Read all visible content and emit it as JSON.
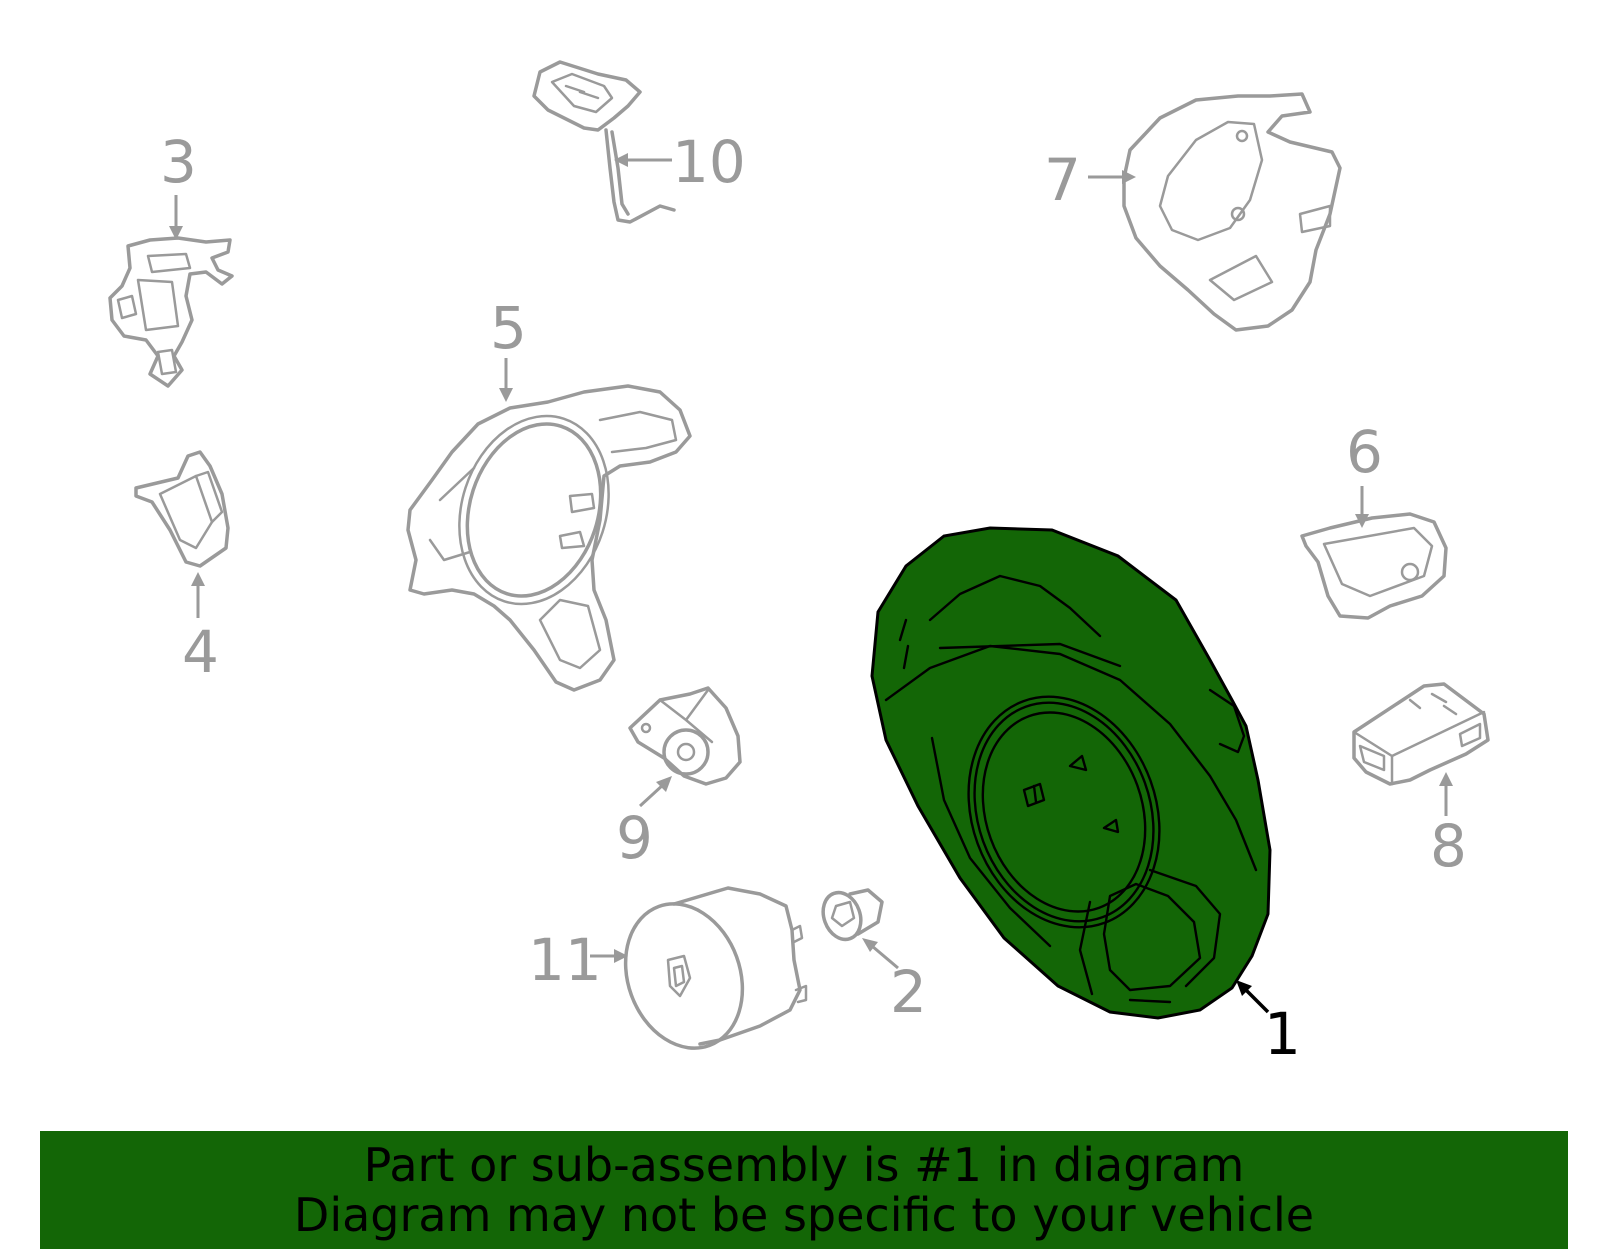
{
  "colors": {
    "highlight": "#136606",
    "part_line": "#9a9a9a",
    "highlight_line": "#000000"
  },
  "callouts": [
    {
      "id": "1",
      "label": "1",
      "highlighted": true
    },
    {
      "id": "2",
      "label": "2"
    },
    {
      "id": "3",
      "label": "3"
    },
    {
      "id": "4",
      "label": "4"
    },
    {
      "id": "5",
      "label": "5"
    },
    {
      "id": "6",
      "label": "6"
    },
    {
      "id": "7",
      "label": "7"
    },
    {
      "id": "8",
      "label": "8"
    },
    {
      "id": "9",
      "label": "9"
    },
    {
      "id": "10",
      "label": "10"
    },
    {
      "id": "11",
      "label": "11"
    }
  ],
  "banner": {
    "line1": "Part or sub-assembly is #1 in diagram",
    "line2": "Diagram may not be specific to your vehicle"
  }
}
